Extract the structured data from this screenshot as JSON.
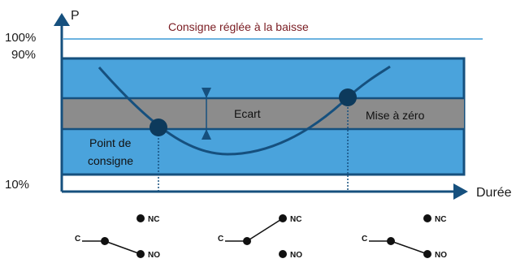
{
  "axis": {
    "y_label": "P",
    "x_label": "Durée"
  },
  "levels": {
    "l100": "100%",
    "l90": "90%",
    "l10": "10%"
  },
  "captions": {
    "top": "Consigne réglée à la baisse",
    "ecart": "Ecart",
    "reset": "Mise à zéro",
    "setpoint_line1": "Point de",
    "setpoint_line2": "consigne"
  },
  "switch_labels": {
    "common": "C",
    "nc": "NC",
    "no": "NO"
  },
  "switches": [
    {
      "state": "closed-to-NO"
    },
    {
      "state": "closed-to-NC"
    },
    {
      "state": "closed-to-NO"
    }
  ],
  "colors": {
    "axis": "#16507e",
    "band_outer": "#4aa3dc",
    "band_gray": "#8c8c8c",
    "caption": "#7a1c22",
    "dots": "#0d3a5c"
  }
}
